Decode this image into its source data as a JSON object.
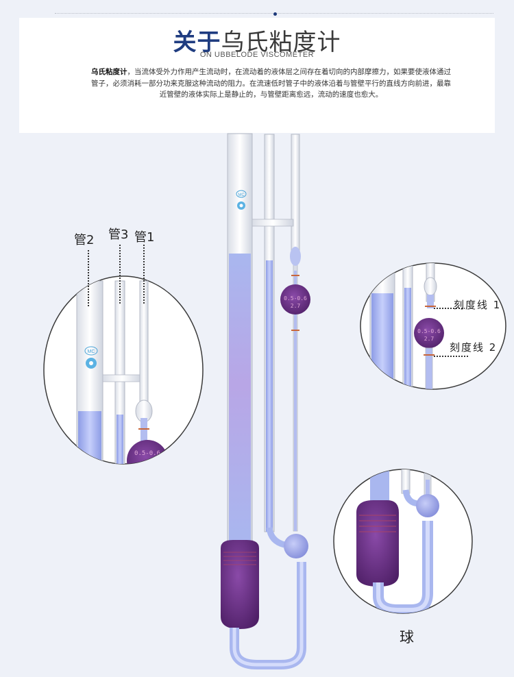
{
  "header": {
    "title_highlight": "关于",
    "title_rest": "乌氏粘度计",
    "subtitle": "ON UBBELODE VISCOMETER",
    "desc_bold": "乌氏粘度计",
    "desc_text": "，当流体受外力作用产生流动时，在流动着的液体层之间存在着切向的内部摩擦力，如果要使液体通过管子，必须消耗一部分功来克服这种流动的阻力。在流速低时管子中的液体沿着与管壁平行的直线方向前进，最靠近管壁的液体实际上是静止的，与管壁距离愈远，流动的速度也愈大。"
  },
  "callouts": {
    "tube2": "管2",
    "tube3": "管3",
    "tube1": "管1",
    "mark1": "刻度线 1",
    "mark2": "刻度线 2",
    "bulb": "球"
  },
  "glass_markings": {
    "brand": "MC",
    "bulb_text_line1": "0.5-0.6",
    "bulb_text_line2": "2.7"
  },
  "colors": {
    "accent": "#1f3c80",
    "liquid": "#a9b7ef",
    "bulb_dark": "#6b2f86",
    "scale_line": "#c8663a"
  }
}
